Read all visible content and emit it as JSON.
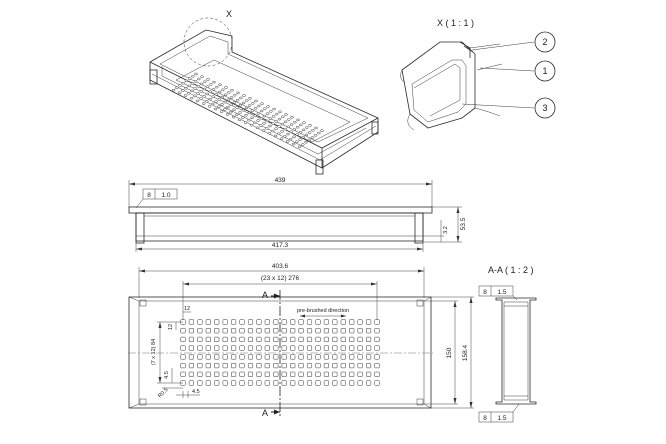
{
  "detail": {
    "callout_label": "X",
    "title": "X ( 1 : 1 )",
    "balloons": [
      "2",
      "1",
      "3"
    ]
  },
  "side_view": {
    "finish_symbol": "8",
    "thickness": "1.0",
    "overall_length": "439",
    "inner_length": "417.3",
    "height": "53.5",
    "lip": "3.2"
  },
  "plan_view": {
    "overall_width": "403.6",
    "perforation_span": "(23 x 12) 276",
    "hole_pitch_x": "12",
    "hole_pitch_y": "12",
    "rows_span": "(7 x 12) 84",
    "hole_size": "4.5",
    "hole_size_2": "4.5",
    "corner_radius": "R0.5",
    "section_marker": "A",
    "direction_note": "pre-brushed direction",
    "inner_height": "150",
    "outer_height": "158.4"
  },
  "section_view": {
    "title": "A-A ( 1 : 2 )",
    "finish_symbol_top": "8",
    "thickness_top": "1.5",
    "finish_symbol_bottom": "8",
    "thickness_bottom": "1.5"
  }
}
